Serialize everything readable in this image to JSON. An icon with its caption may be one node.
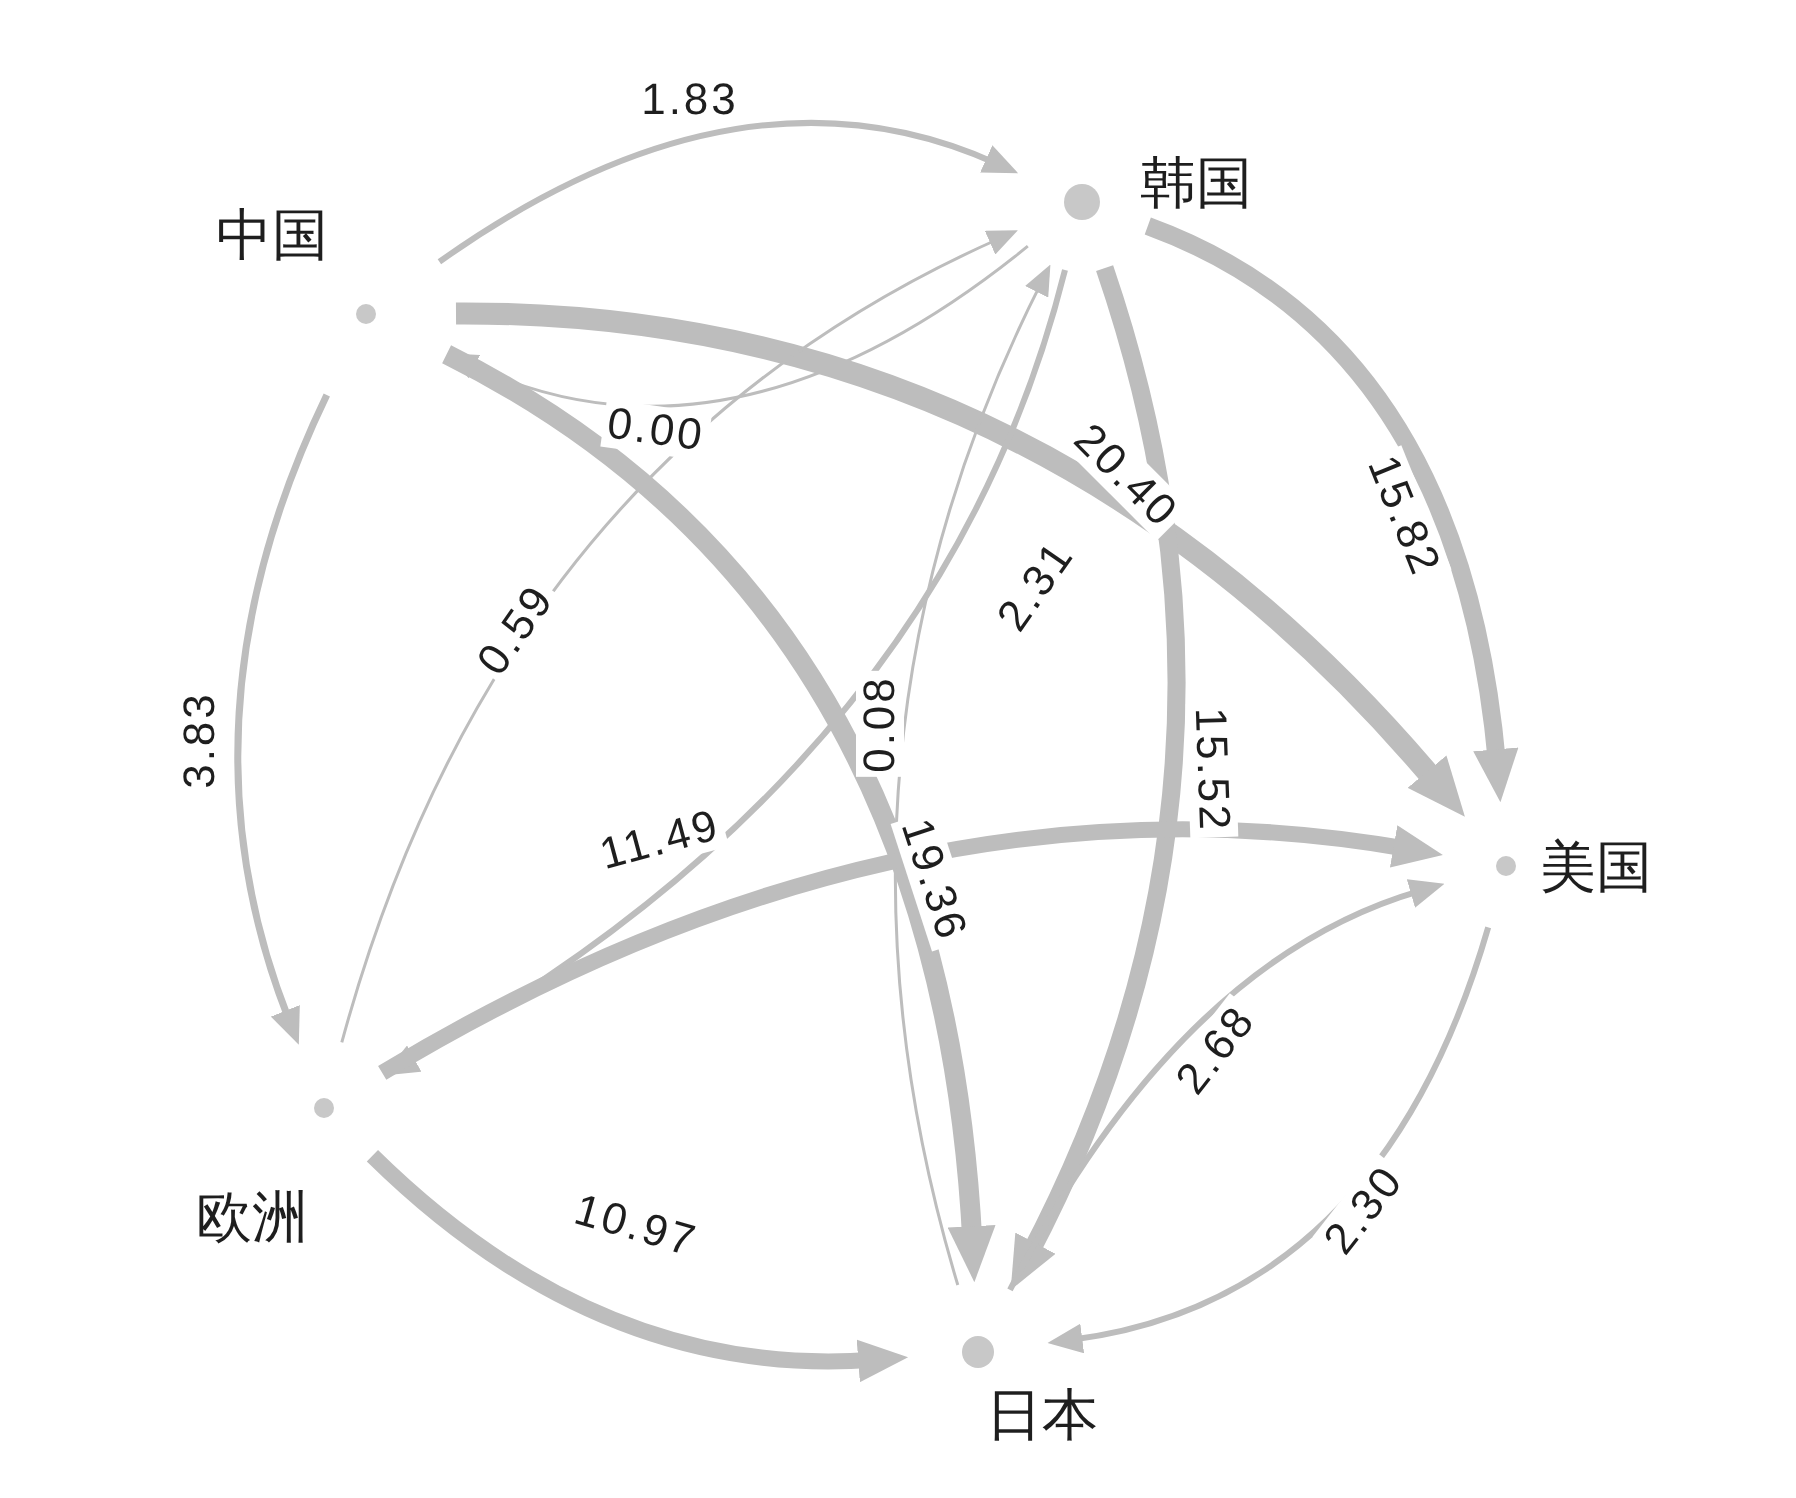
{
  "diagram": {
    "nodes": [
      {
        "text": [
          "中国"
        ]
      },
      {
        "text": [
          "韩国"
        ]
      },
      {
        "text": [
          "美国"
        ]
      },
      {
        "text": [
          "欧洲"
        ]
      },
      {
        "text": [
          "日本"
        ]
      }
    ],
    "edges": [
      {
        "from": 0,
        "to": 1,
        "arrow": "to",
        "label": "1.83"
      },
      {
        "from": 1,
        "to": 0,
        "arrow": "to",
        "label": "0.00"
      },
      {
        "from": 0,
        "to": 2,
        "arrow": "to",
        "label": "20.40",
        "style": "thick"
      },
      {
        "from": 1,
        "to": 2,
        "arrow": "to",
        "label": "15.82",
        "style": "thick"
      },
      {
        "from": 0,
        "to": 3,
        "arrow": "to",
        "label": "3.83"
      },
      {
        "from": 3,
        "to": 1,
        "arrow": "to",
        "label": "0.59"
      },
      {
        "from": 1,
        "to": 3,
        "arrow": "to",
        "label": "2.31"
      },
      {
        "from": 4,
        "to": 1,
        "arrow": "to",
        "label": "0.08"
      },
      {
        "from": 0,
        "to": 4,
        "arrow": "to",
        "label": "19.36",
        "style": "thick"
      },
      {
        "from": 1,
        "to": 4,
        "arrow": "to",
        "label": "15.52",
        "style": "thick"
      },
      {
        "from": 3,
        "to": 2,
        "arrow": "to",
        "label": "11.49",
        "style": "thick"
      },
      {
        "from": 3,
        "to": 4,
        "arrow": "to",
        "label": "10.97",
        "style": "thick"
      },
      {
        "from": 4,
        "to": 2,
        "arrow": "to",
        "label": "2.68"
      },
      {
        "from": 2,
        "to": 4,
        "arrow": "to",
        "label": "2.30"
      }
    ]
  }
}
